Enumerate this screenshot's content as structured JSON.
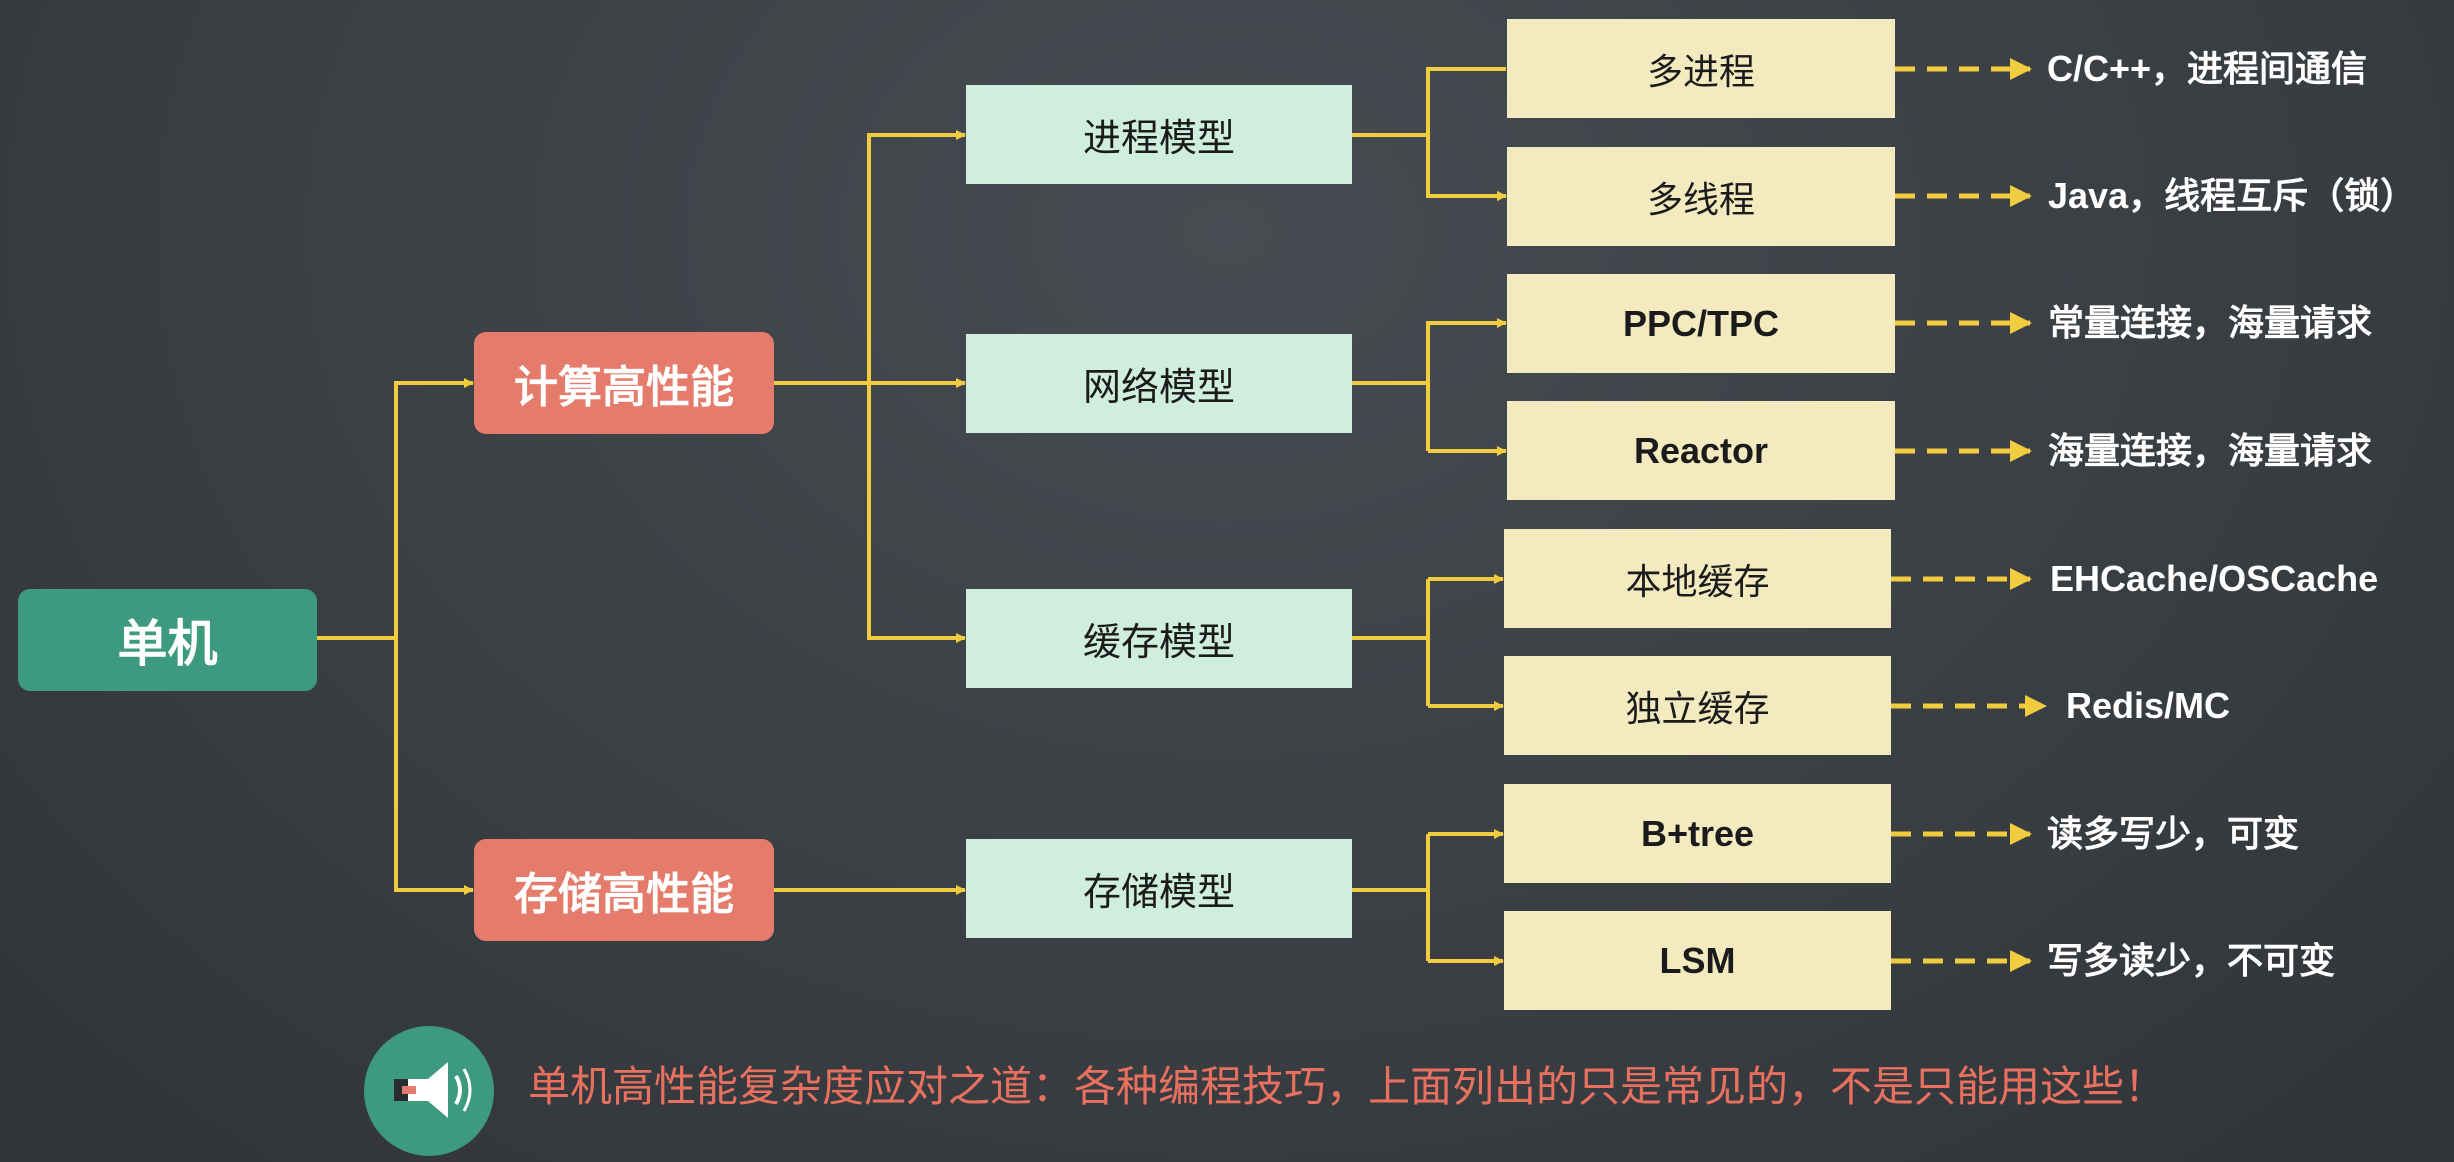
{
  "root": {
    "label": "单机"
  },
  "categories": {
    "compute": {
      "label": "计算高性能"
    },
    "storage": {
      "label": "存储高性能"
    }
  },
  "models": {
    "process": {
      "label": "进程模型"
    },
    "network": {
      "label": "网络模型"
    },
    "cache": {
      "label": "缓存模型"
    },
    "storage": {
      "label": "存储模型"
    }
  },
  "leaves": [
    {
      "label": "多进程",
      "note": "C/C++，进程间通信"
    },
    {
      "label": "多线程",
      "note": "Java，线程互斥（锁）"
    },
    {
      "label": "PPC/TPC",
      "note": "常量连接，海量请求"
    },
    {
      "label": "Reactor",
      "note": "海量连接，海量请求"
    },
    {
      "label": "本地缓存",
      "note": "EHCache/OSCache"
    },
    {
      "label": "独立缓存",
      "note": "Redis/MC"
    },
    {
      "label": "B+tree",
      "note": "读多写少，可变"
    },
    {
      "label": "LSM",
      "note": "写多读少，不可变"
    }
  ],
  "footer": {
    "icon": "speaker-icon",
    "text": "单机高性能复杂度应对之道：各种编程技巧，上面列出的只是常见的，不是只能用这些！"
  },
  "colors": {
    "connector": "#f2cc3f",
    "root": "#3d9a7f",
    "category": "#e57c6b",
    "model": "#cfeedd",
    "leaf": "#f4eac0",
    "tip": "#e8705f"
  }
}
